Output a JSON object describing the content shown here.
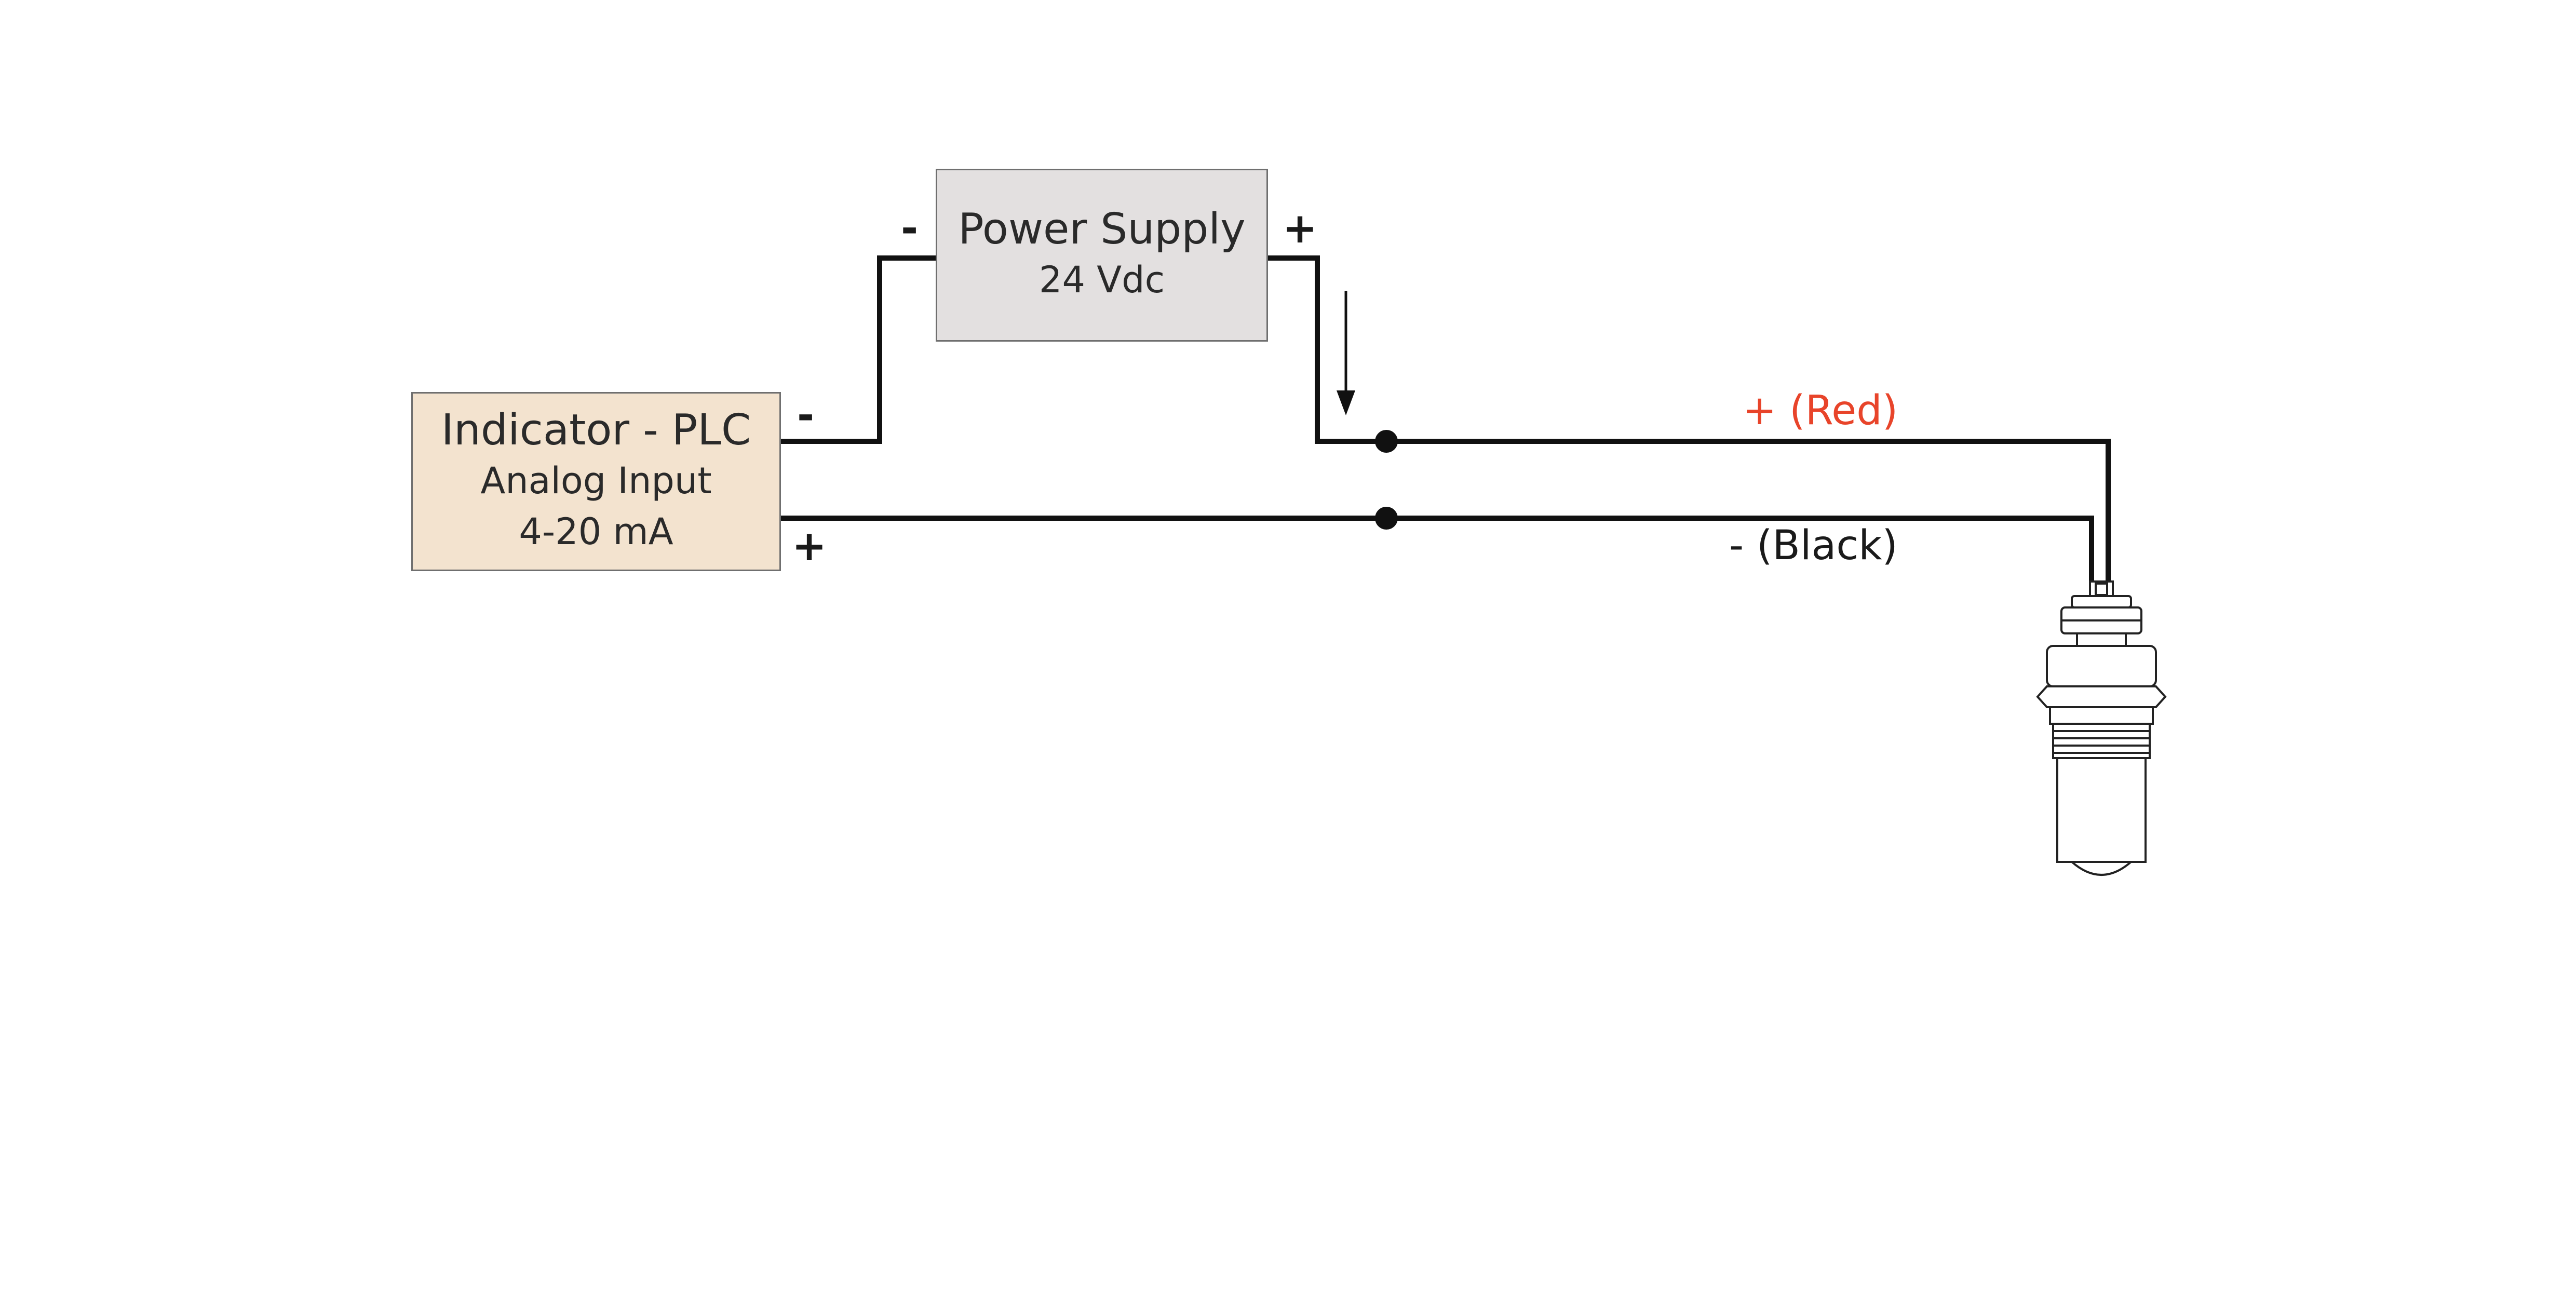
{
  "power_supply": {
    "title": "Power Supply",
    "rating": "24 Vdc",
    "neg": "-",
    "pos": "+"
  },
  "indicator": {
    "title": "Indicator - PLC",
    "line2": "Analog Input",
    "line3": "4-20 mA",
    "neg": "-",
    "pos": "+"
  },
  "wires": {
    "positive": {
      "label": "+ (Red)",
      "color": "#e8442a"
    },
    "negative": {
      "label": "- (Black)",
      "color": "#1a1a1a"
    }
  },
  "device": {
    "icon": "sensor-icon"
  }
}
